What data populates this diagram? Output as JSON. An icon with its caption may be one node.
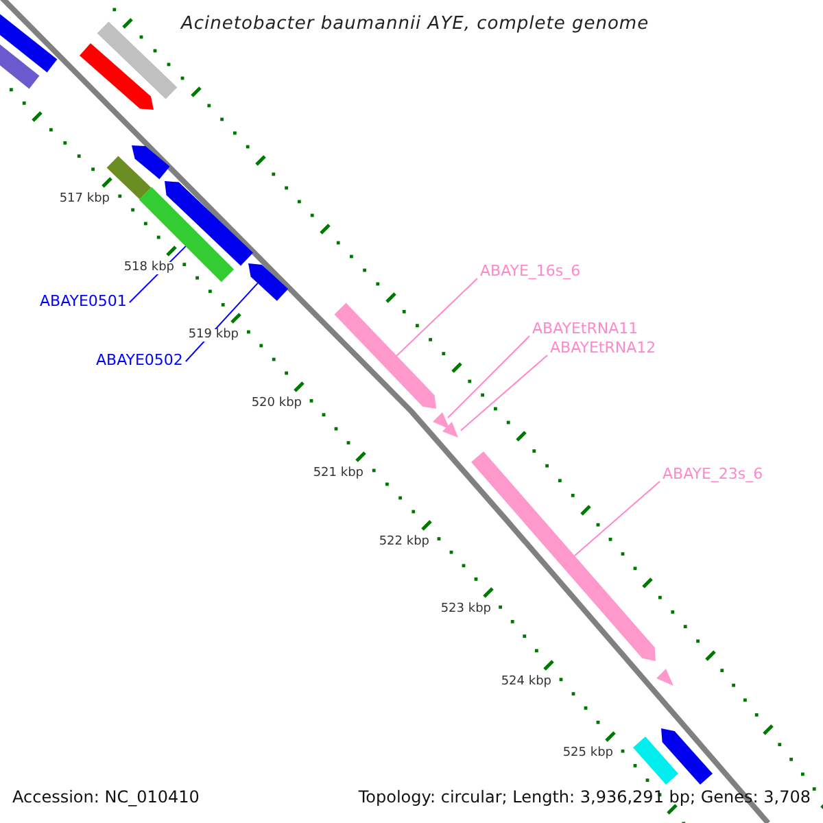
{
  "diagram": {
    "title": "Acinetobacter baumannii AYE, complete genome",
    "nodes": [
      {
        "text": [
          "ABAYE_16s_6"
        ]
      },
      {
        "text": [
          "ABAYE0501"
        ]
      },
      {
        "text": [
          "ABAYEtRNA11"
        ]
      },
      {
        "text": [
          "ABAYEtRNA12"
        ]
      },
      {
        "text": [
          "ABAYE0502"
        ]
      },
      {
        "text": [
          "ABAYE_23s_6"
        ]
      },
      {
        "text": [],
        "shape": "bar"
      },
      {
        "text": [],
        "shape": "bar"
      },
      {
        "text": [],
        "shape": "bar"
      },
      {
        "text": [],
        "shape": "bar"
      },
      {
        "text": [],
        "shape": "bar"
      },
      {
        "text": [],
        "shape": "bar"
      },
      {
        "text": [],
        "shape": "bar"
      },
      {
        "text": [],
        "shape": "bar"
      },
      {
        "text": [],
        "shape": "bar"
      },
      {
        "text": [],
        "shape": "bar"
      },
      {
        "text": [],
        "shape": "bar"
      },
      {
        "text": [],
        "shape": "bar"
      },
      {
        "text": [],
        "shape": "bar"
      },
      {
        "text": [],
        "shape": "bar"
      },
      {
        "text": [],
        "shape": "bar"
      },
      {
        "text": [],
        "shape": "bar"
      }
    ],
    "edges": [
      {
        "from": 0,
        "to": 8,
        "arrow": "none"
      },
      {
        "from": 1,
        "to": 6,
        "arrow": "none",
        "color": "#0000ff"
      },
      {
        "from": 2,
        "to": 9,
        "arrow": "none"
      },
      {
        "from": 3,
        "to": 10,
        "arrow": "none"
      },
      {
        "from": 4,
        "to": 7,
        "arrow": "none",
        "color": "#0000ff"
      },
      {
        "from": 5,
        "to": 11,
        "arrow": "none"
      }
    ],
    "labels": [
      "517 kbp",
      "518 kbp",
      "519 kbp",
      "520 kbp",
      "521 kbp",
      "522 kbp",
      "523 kbp",
      "524 kbp",
      "525 kbp",
      "Accession: NC_010410",
      "Topology: circular; Length: 3,936,291 bp; Genes: 3,708"
    ]
  }
}
